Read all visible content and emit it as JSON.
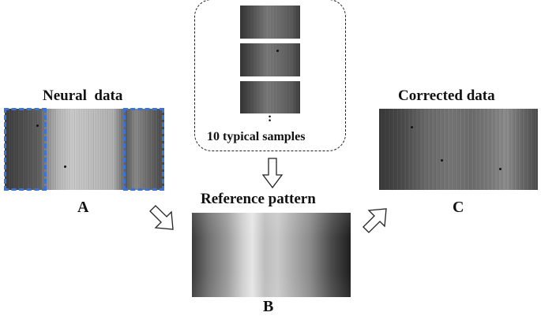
{
  "panel_a": {
    "title": "Neural  data",
    "letter": "A"
  },
  "samples": {
    "caption": "10 typical samples",
    "ellipsis": ":"
  },
  "panel_b": {
    "title": "Reference pattern",
    "letter": "B"
  },
  "panel_c": {
    "title": "Corrected data",
    "letter": "C"
  },
  "colors": {
    "highlight_dash": "#3a74d6",
    "arrow_stroke": "#222222"
  },
  "icons": [
    "arrow-down-icon",
    "arrow-down-right-icon",
    "arrow-up-right-icon"
  ]
}
